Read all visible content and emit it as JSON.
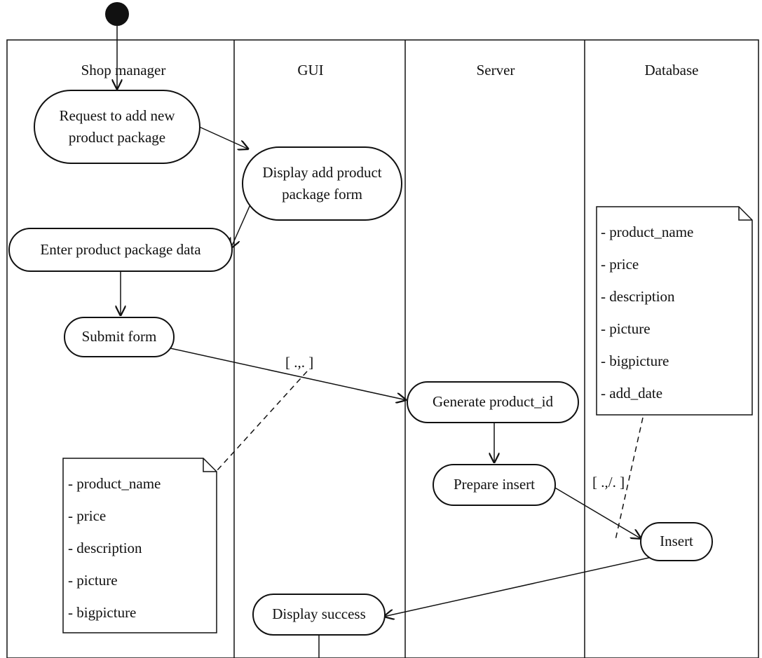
{
  "lanes": [
    "Shop manager",
    "GUI",
    "Server",
    "Database"
  ],
  "activities": {
    "request_add": [
      "Request to add new",
      "product package"
    ],
    "display_form": [
      "Display add product",
      "package  form"
    ],
    "enter_data": "Enter product package data",
    "submit_form": "Submit form",
    "generate_id": "Generate  product_id",
    "prepare_insert": "Prepare  insert",
    "insert": "Insert",
    "display_success": "Display  success"
  },
  "guards": {
    "submit_guard": "[ .,. ]",
    "insert_guard": "[ .,/. ]"
  },
  "notes": {
    "form_fields": [
      "- product_name",
      "- price",
      "- description",
      "- picture",
      "- bigpicture"
    ],
    "db_fields": [
      "- product_name",
      "- price",
      "- description",
      "- picture",
      "- bigpicture",
      "- add_date"
    ]
  }
}
